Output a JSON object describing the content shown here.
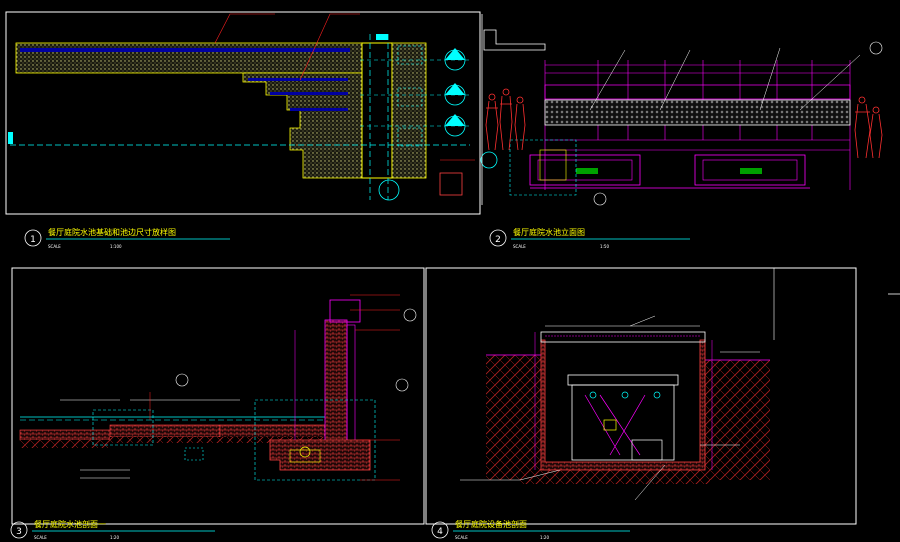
{
  "panels": [
    {
      "num": "1",
      "title": "餐厅庭院水池基础和池边尺寸放样图",
      "scale_label": "SCALE",
      "scale": "1:100"
    },
    {
      "num": "2",
      "title": "餐厅庭院水池立面图",
      "scale_label": "SCALE",
      "scale": "1:50"
    },
    {
      "num": "3",
      "title": "餐厅庭院水池剖面一",
      "scale_label": "SCALE",
      "scale": "1:20"
    },
    {
      "num": "4",
      "title": "餐厅庭院设备池剖面",
      "scale_label": "SCALE",
      "scale": "1:20"
    }
  ],
  "colors": {
    "background": "#000000",
    "frame": "#ffffff",
    "hatch": "#c8c878",
    "structure": "#ff4040",
    "dim": "#ff00ff",
    "cyan": "#00ffff",
    "text": "#ffff00",
    "leader": "#ff2020"
  }
}
